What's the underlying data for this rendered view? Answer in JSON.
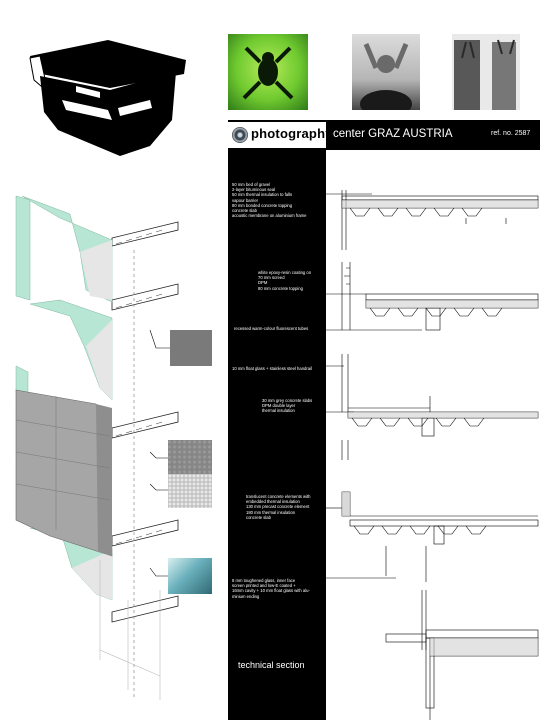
{
  "header": {
    "logo_word": "photography",
    "subtitle": "center GRAZ AUSTRIA",
    "ref": "ref. no. 2587"
  },
  "annotations": [
    "50 mm bed of gravel\n2-layer bituminous seal\n50 mm thermal insulation to falls\nvapour barrier\n80 mm bonded concrete topping\nconcrete slab\nacoustic membrane on aluminium frame",
    "white epoxy-resin coating on\n70 mm screed\nDPM\n80 mm concrete topping",
    "recessed warm-colour fluorescent tubes",
    "10 mm float glass + stainless steel handrail",
    "30 mm grey concrete slabs\nDPM double layer\nthermal insulation",
    "translucent concrete elements with\nembedded thermal insulation\n130 mm precast concrete element\n180 mm thermal insulation\nconcrete slab",
    "8 mm toughened glass, inner face\nscreen printed and low-E coated +\n16mm cavity + 10 mm float glass with alu-\nminium ending"
  ],
  "section_title": "technical section",
  "colors": {
    "accent_green": "#b8e6d4",
    "black": "#000000",
    "grey_panel": "#9a9a9a"
  }
}
